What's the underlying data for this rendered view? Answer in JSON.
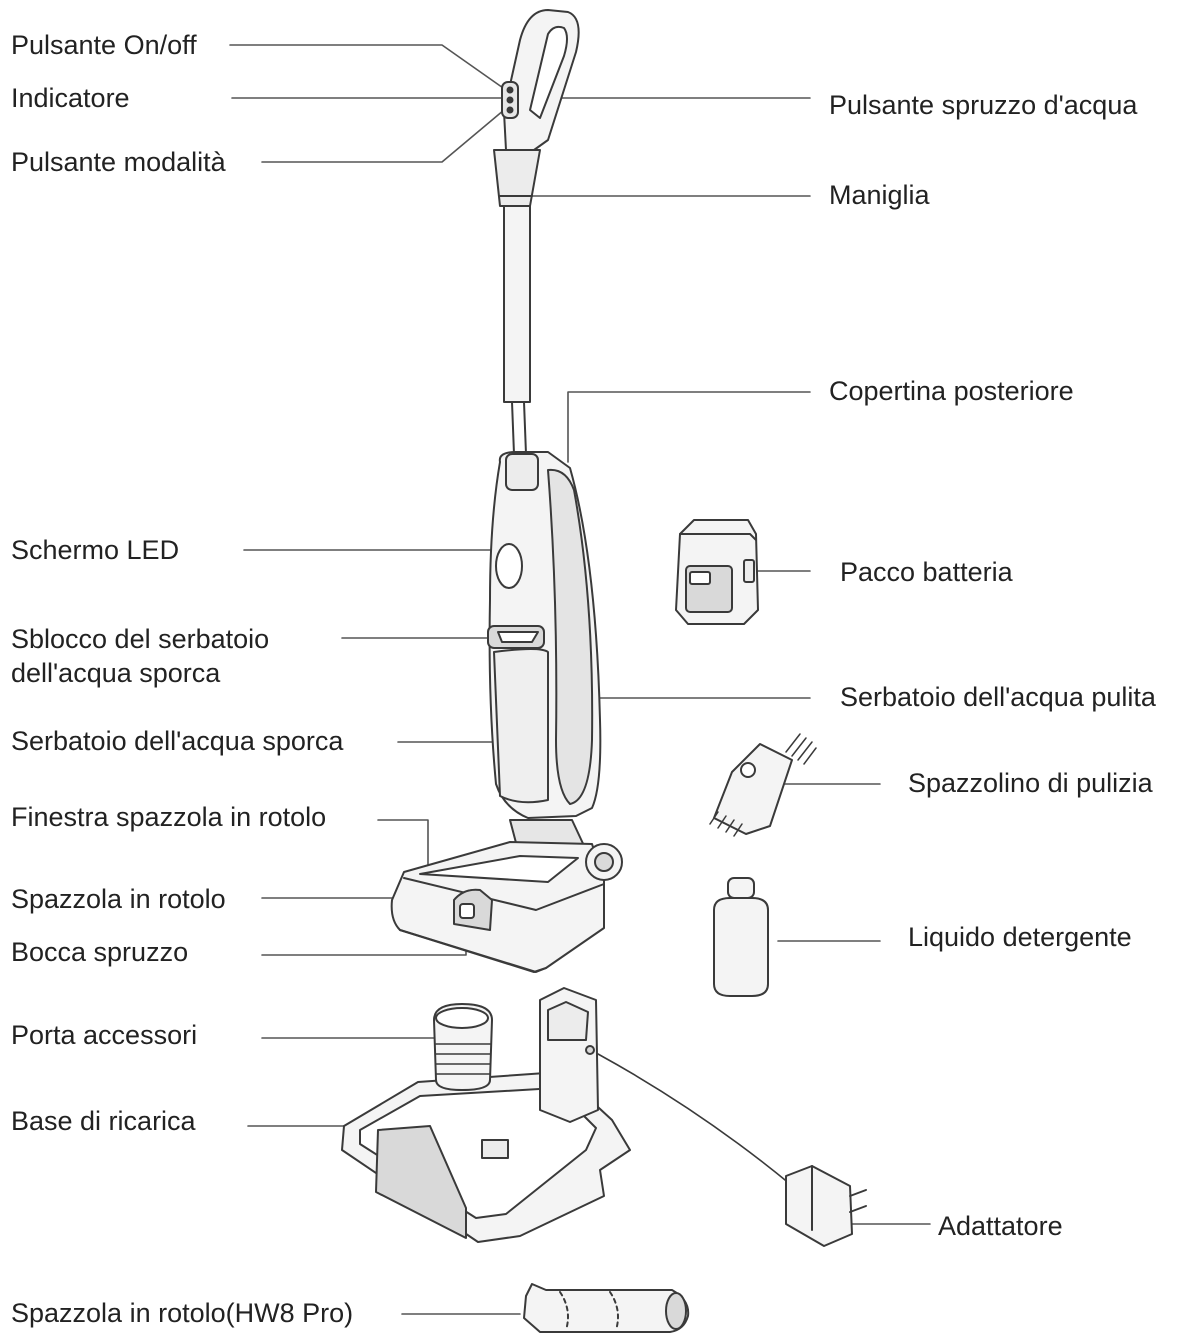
{
  "labels": {
    "on_off_button": "Pulsante On/off",
    "indicator": "Indicatore",
    "mode_button": "Pulsante modalità",
    "water_spray_button": "Pulsante spruzzo d'acqua",
    "handle": "Maniglia",
    "back_cover": "Copertina posteriore",
    "led_screen": "Schermo LED",
    "battery_pack": "Pacco batteria",
    "dirty_tank_release": "Sblocco del serbatoio\ndell'acqua sporca",
    "clean_water_tank": "Serbatoio dell'acqua pulita",
    "dirty_water_tank": "Serbatoio dell'acqua sporca",
    "cleaning_brush": "Spazzolino di pulizia",
    "roller_brush_window": "Finestra spazzola in rotolo",
    "roller_brush": "Spazzola in rotolo",
    "spray_nozzle": "Bocca spruzzo",
    "cleaning_liquid": "Liquido detergente",
    "accessory_holder": "Porta accessori",
    "charging_base": "Base di ricarica",
    "adapter": "Adattatore",
    "roller_brush_pro": "Spazzola in rotolo(HW8 Pro)"
  },
  "colors": {
    "text": "#222222",
    "line": "#3a3a3a",
    "fill": "#f4f4f4",
    "shade": "#d9d9d9"
  }
}
